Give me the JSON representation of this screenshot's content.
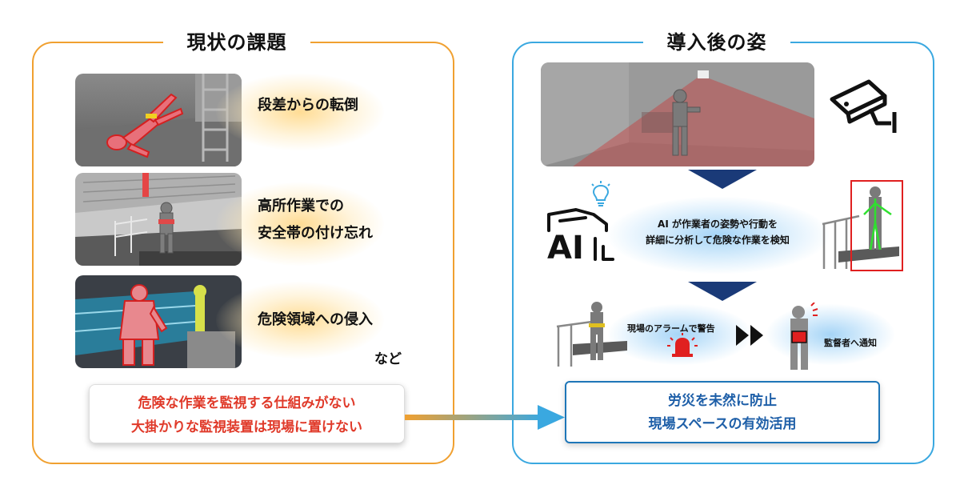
{
  "left_panel": {
    "title": "現状の課題",
    "issues": [
      {
        "label": "段差からの転倒"
      },
      {
        "label_line1": "高所作業での",
        "label_line2": "安全帯の付け忘れ"
      },
      {
        "label": "危険領域への侵入"
      }
    ],
    "etc": "など",
    "problems": [
      "危険な作業を監視する仕組みがない",
      "大掛かりな監視装置は現場に置けない"
    ]
  },
  "right_panel": {
    "title": "導入後の姿",
    "ai_icon_text": "AI",
    "ai_description_line1": "AI が作業者の姿勢や行動を",
    "ai_description_line2": "詳細に分析して危険な作業を検知",
    "alarm_label": "現場のアラームで警告",
    "notify_label": "監督者へ通知",
    "benefits": [
      "労災を未然に防止",
      "現場スペースの有効活用"
    ]
  },
  "colors": {
    "left_accent": "#f0a030",
    "right_accent": "#3aa8e0",
    "problem_text": "#e03a2a",
    "benefit_text": "#1e5fa8",
    "arrow_navy": "#1a3a78"
  },
  "icons": [
    "lightbulb-icon",
    "security-camera-icon",
    "alarm-light-icon",
    "fast-forward-icon"
  ]
}
